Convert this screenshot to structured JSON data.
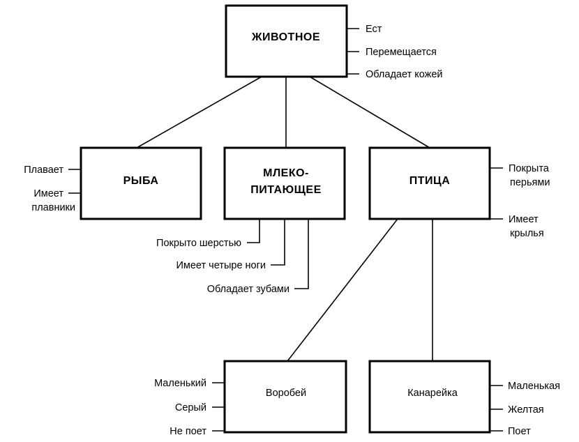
{
  "nodes": {
    "animal": {
      "label": "ЖИВОТНОЕ",
      "properties": [
        "Ест",
        "Перемещается",
        "Обладает кожей"
      ]
    },
    "fish": {
      "label": "РЫБА",
      "properties": [
        "Плавает",
        "Имеет",
        "плавники"
      ]
    },
    "mammal": {
      "label_line1": "МЛЕКО-",
      "label_line2": "ПИТАЮЩЕЕ",
      "properties": [
        "Покрыто шерстью",
        "Имеет четыре ноги",
        "Обладает зубами"
      ]
    },
    "bird": {
      "label": "ПТИЦА",
      "properties": [
        "Покрыта",
        "перьями",
        "Имеет",
        "крылья"
      ]
    },
    "sparrow": {
      "label": "Воробей",
      "properties": [
        "Маленький",
        "Серый",
        "Не поет"
      ]
    },
    "canary": {
      "label": "Канарейка",
      "properties": [
        "Маленькая",
        "Желтая",
        "Поет"
      ]
    }
  }
}
